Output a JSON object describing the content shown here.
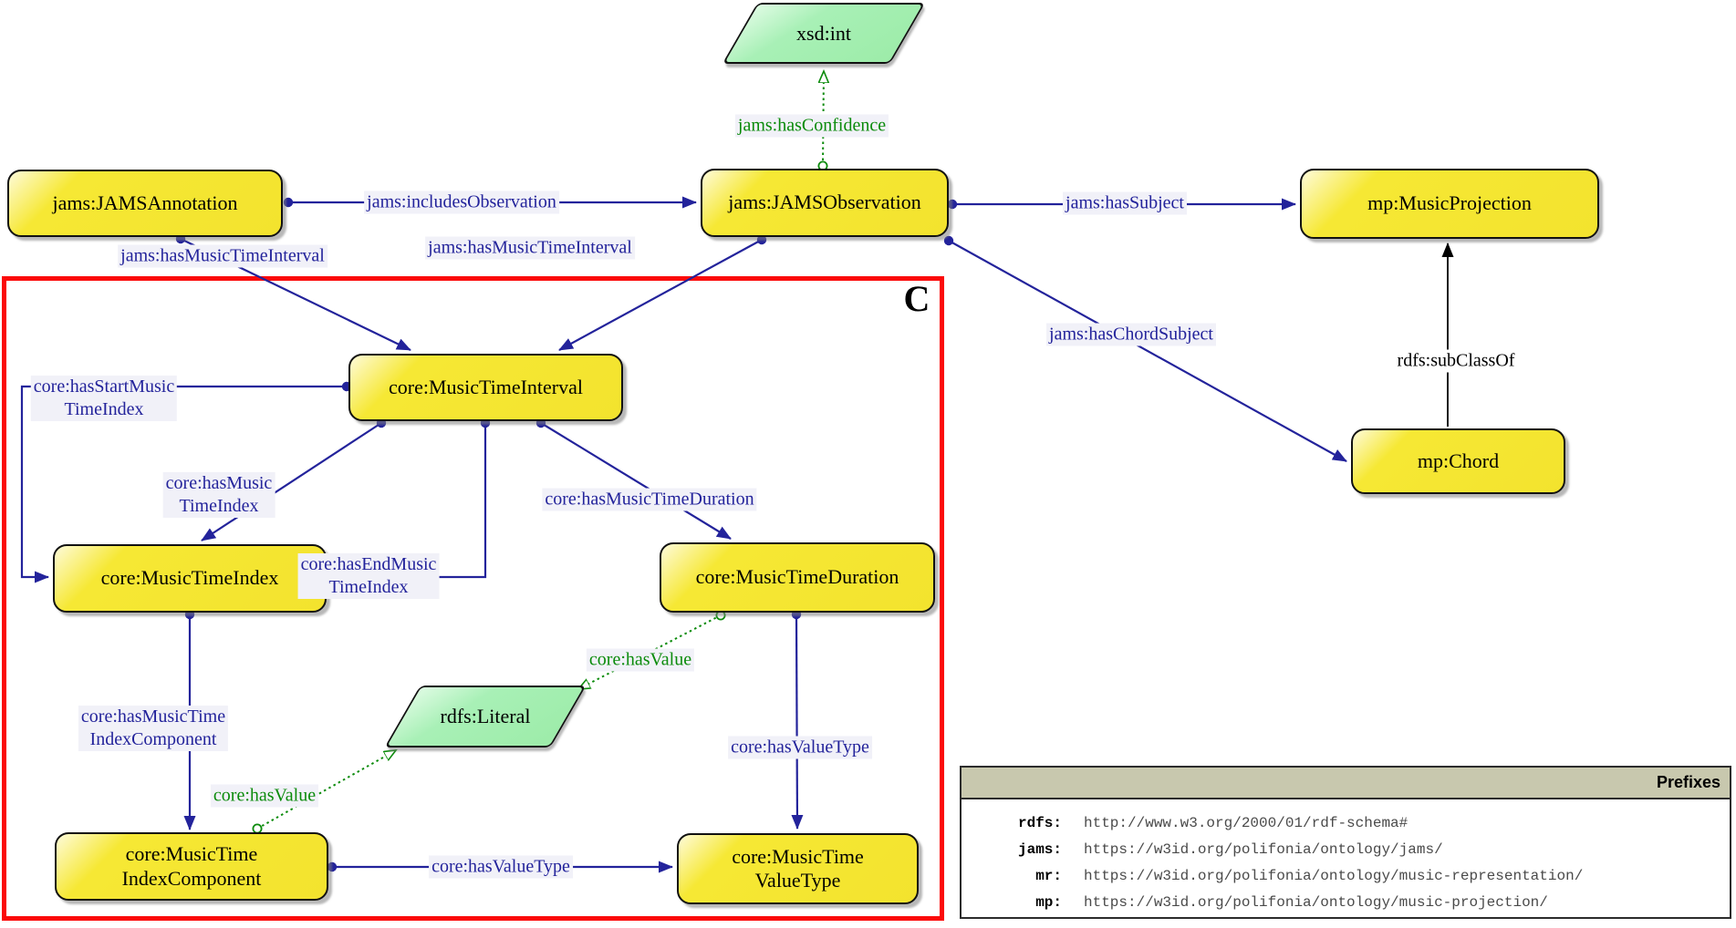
{
  "region": {
    "label": "C"
  },
  "nodes": {
    "jams_annotation": {
      "label": "jams:JAMSAnnotation"
    },
    "jams_observation": {
      "label": "jams:JAMSObservation"
    },
    "mp_music_projection": {
      "label": "mp:MusicProjection"
    },
    "mp_chord": {
      "label": "mp:Chord"
    },
    "music_time_interval": {
      "label": "core:MusicTimeInterval"
    },
    "music_time_index": {
      "label": "core:MusicTimeIndex"
    },
    "music_time_duration": {
      "label": "core:MusicTimeDuration"
    },
    "music_time_index_component": {
      "label": "core:MusicTime\nIndexComponent"
    },
    "music_time_value_type": {
      "label": "core:MusicTime\nValueType"
    }
  },
  "datatypes": {
    "xsd_int": {
      "label": "xsd:int"
    },
    "rdfs_literal": {
      "label": "rdfs:Literal"
    }
  },
  "edge_labels": {
    "includes_observation": "jams:includesObservation",
    "has_subject": "jams:hasSubject",
    "has_confidence": "jams:hasConfidence",
    "has_music_time_interval_left": "jams:hasMusicTimeInterval",
    "has_music_time_interval_right": "jams:hasMusicTimeInterval",
    "has_chord_subject": "jams:hasChordSubject",
    "subclass_of": "rdfs:subClassOf",
    "has_start_music_time_index": "core:hasStartMusic\nTimeIndex",
    "has_music_time_index": "core:hasMusic\nTimeIndex",
    "has_end_music_time_index": "core:hasEndMusic\nTimeIndex",
    "has_music_time_duration": "core:hasMusicTimeDuration",
    "has_music_time_index_component": "core:hasMusicTime\nIndexComponent",
    "has_value_literal": "core:hasValue",
    "has_value_duration": "core:hasValue",
    "has_value_type_horizontal": "core:hasValueType",
    "has_value_type_vertical": "core:hasValueType"
  },
  "prefixes": {
    "title": "Prefixes",
    "entries": [
      {
        "prefix": "rdfs:",
        "uri": "http://www.w3.org/2000/01/rdf-schema#"
      },
      {
        "prefix": "jams:",
        "uri": "https://w3id.org/polifonia/ontology/jams/"
      },
      {
        "prefix": "mr:",
        "uri": "https://w3id.org/polifonia/ontology/music-representation/"
      },
      {
        "prefix": "mp:",
        "uri": "https://w3id.org/polifonia/ontology/music-projection/"
      }
    ]
  },
  "colors": {
    "class_fill": "#f5e733",
    "datatype_fill": "#a8f0b6",
    "object_property_blue": "#23239b",
    "datatype_property_green": "#0b8b0b",
    "module_frame_red": "#fb0a0a",
    "prefix_header_tan": "#c8c8ae"
  }
}
